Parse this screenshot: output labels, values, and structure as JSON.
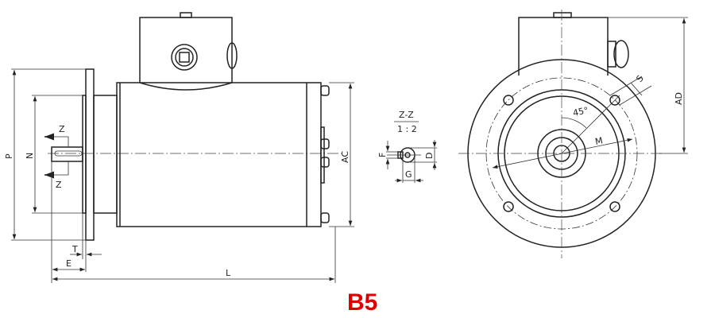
{
  "title": "B5",
  "title_color": "#e00000",
  "side_view": {
    "dimensions": {
      "P": "P",
      "N": "N",
      "AC": "AC",
      "L": "L",
      "E": "E",
      "T": "T"
    },
    "section_marks": [
      "Z",
      "Z"
    ]
  },
  "section_detail": {
    "name": "Z-Z",
    "scale": "1 : 2",
    "dimensions": {
      "F": "F",
      "G": "G",
      "D": "D"
    }
  },
  "front_view": {
    "dimensions": {
      "AD": "AD",
      "M": "M",
      "S": "S",
      "angle": "45°"
    }
  }
}
